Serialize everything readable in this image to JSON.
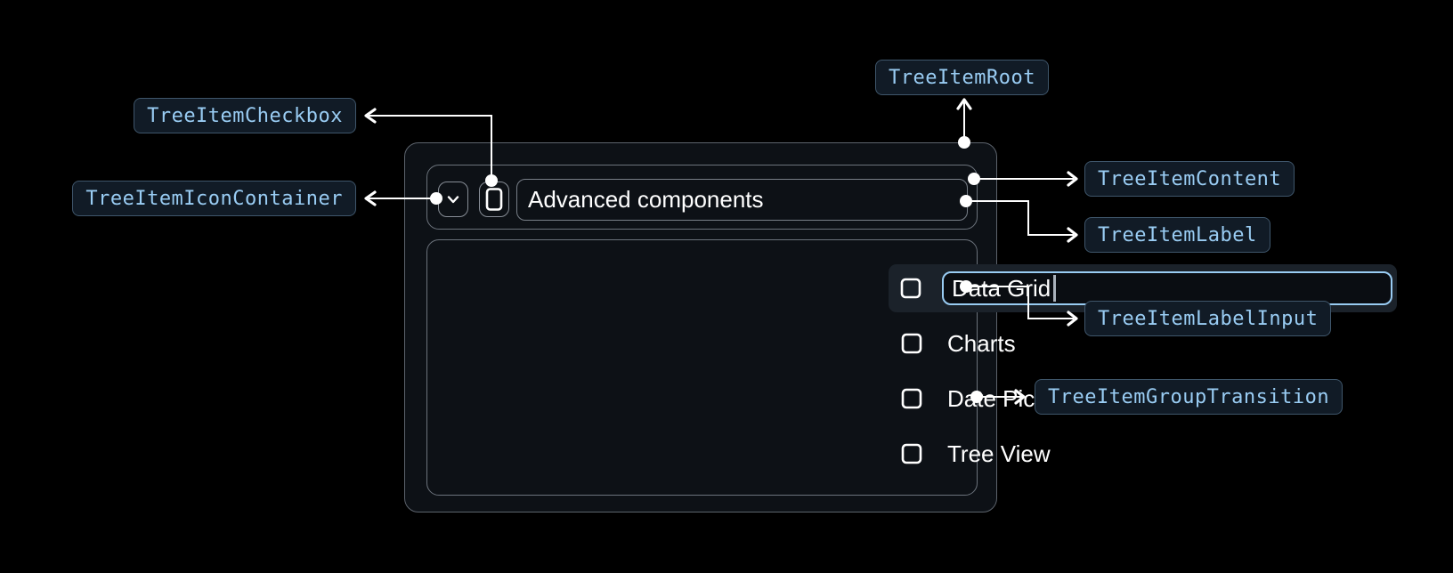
{
  "anatomy": {
    "labels": {
      "root": "TreeItemRoot",
      "content": "TreeItemContent",
      "label": "TreeItemLabel",
      "label_input": "TreeItemLabelInput",
      "group_transition": "TreeItemGroupTransition",
      "checkbox": "TreeItemCheckbox",
      "icon_container": "TreeItemIconContainer"
    }
  },
  "tree": {
    "parent": {
      "label": "Advanced components",
      "expanded": true,
      "expand_icon": "chevron-down-icon",
      "checkbox_icon": "checkbox-unchecked-icon"
    },
    "items": [
      {
        "label": "Data Grid",
        "state": "editing",
        "checkbox": "unchecked"
      },
      {
        "label": "Charts",
        "state": "default",
        "checkbox": "unchecked"
      },
      {
        "label": "Date Pickers",
        "state": "default",
        "checkbox": "unchecked"
      },
      {
        "label": "Tree View",
        "state": "default",
        "checkbox": "unchecked"
      }
    ]
  },
  "colors": {
    "page_background": "#000000",
    "panel_background": "#0d1116",
    "panel_border": "#5d646d",
    "row_highlight": "#1b222a",
    "input_focus_border": "#99ccf3",
    "chip_background": "#111b26",
    "chip_border": "#3f566b",
    "chip_text": "#99ccf3",
    "connector": "#ffffff",
    "text": "#ffffff"
  }
}
